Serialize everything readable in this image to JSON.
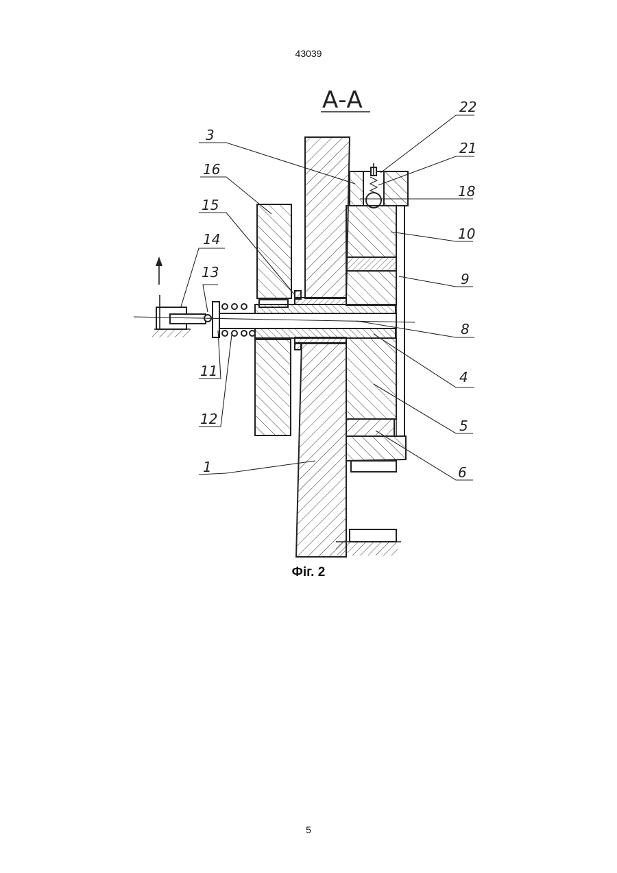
{
  "document": {
    "number": "43039",
    "page_number": "5",
    "figure_caption": "Фіг. 2"
  },
  "drawing": {
    "section_label": "А-А",
    "part_labels": [
      "22",
      "3",
      "21",
      "16",
      "18",
      "15",
      "10",
      "14",
      "9",
      "13",
      "8",
      "11",
      "4",
      "12",
      "5",
      "1",
      "6"
    ]
  }
}
